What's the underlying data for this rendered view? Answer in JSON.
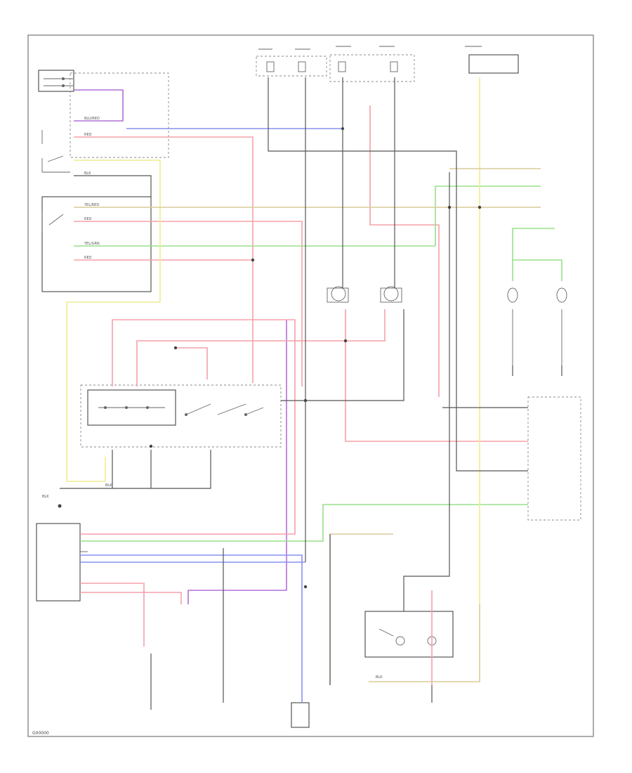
{
  "figure_id": "G00000",
  "colors": {
    "red": "#f5a0a8",
    "green": "#98e088",
    "yellow": "#f0ec90",
    "blue": "#8890f0",
    "purple": "#b070d8",
    "tan": "#d8cc98",
    "black": "#555555"
  },
  "wire_labels": [
    {
      "id": "w-red-1",
      "text": "RED"
    },
    {
      "id": "w-red-2",
      "text": "RED"
    },
    {
      "id": "w-red-3",
      "text": "RED"
    },
    {
      "id": "w-yel-grn",
      "text": "YEL/GRN"
    },
    {
      "id": "w-yel-red",
      "text": "YEL/RED"
    },
    {
      "id": "w-blu-red",
      "text": "BLU/RED"
    },
    {
      "id": "w-blk-1",
      "text": "BLK"
    },
    {
      "id": "w-blk-2",
      "text": "BLK"
    },
    {
      "id": "w-blk-3",
      "text": "BLK"
    },
    {
      "id": "w-blk-4",
      "text": "BLK"
    }
  ]
}
